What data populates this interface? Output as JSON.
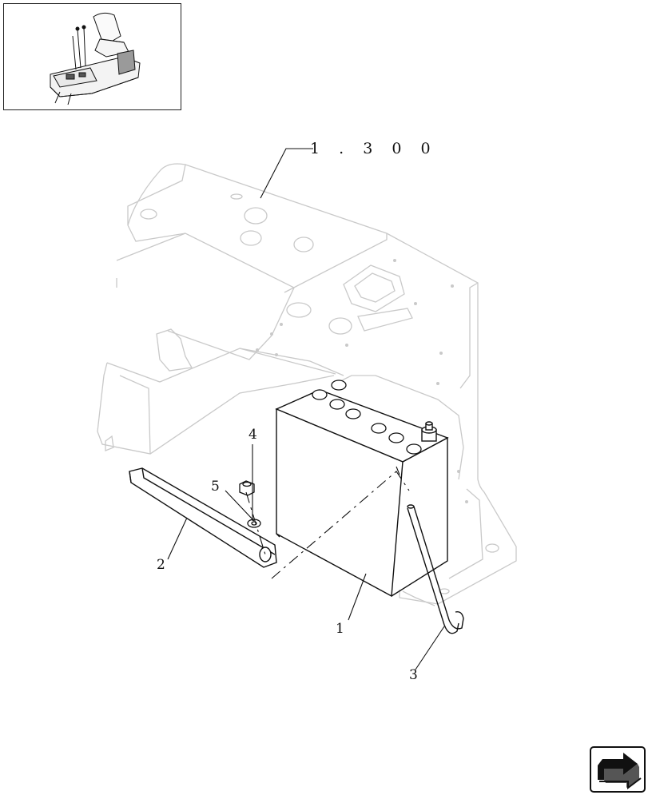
{
  "diagram": {
    "reference_label": "1 . 3 0 0",
    "callouts": [
      {
        "id": "callout-1",
        "text": "1"
      },
      {
        "id": "callout-2",
        "text": "2"
      },
      {
        "id": "callout-3",
        "text": "3"
      },
      {
        "id": "callout-4",
        "text": "4"
      },
      {
        "id": "callout-5",
        "text": "5"
      }
    ]
  },
  "icons": {
    "thumbnail": "machine-overview-thumbnail",
    "nav": "next-page-arrow-icon"
  },
  "colors": {
    "line": "#111111",
    "frame_ghost": "#cfcfcf",
    "background": "#ffffff"
  }
}
